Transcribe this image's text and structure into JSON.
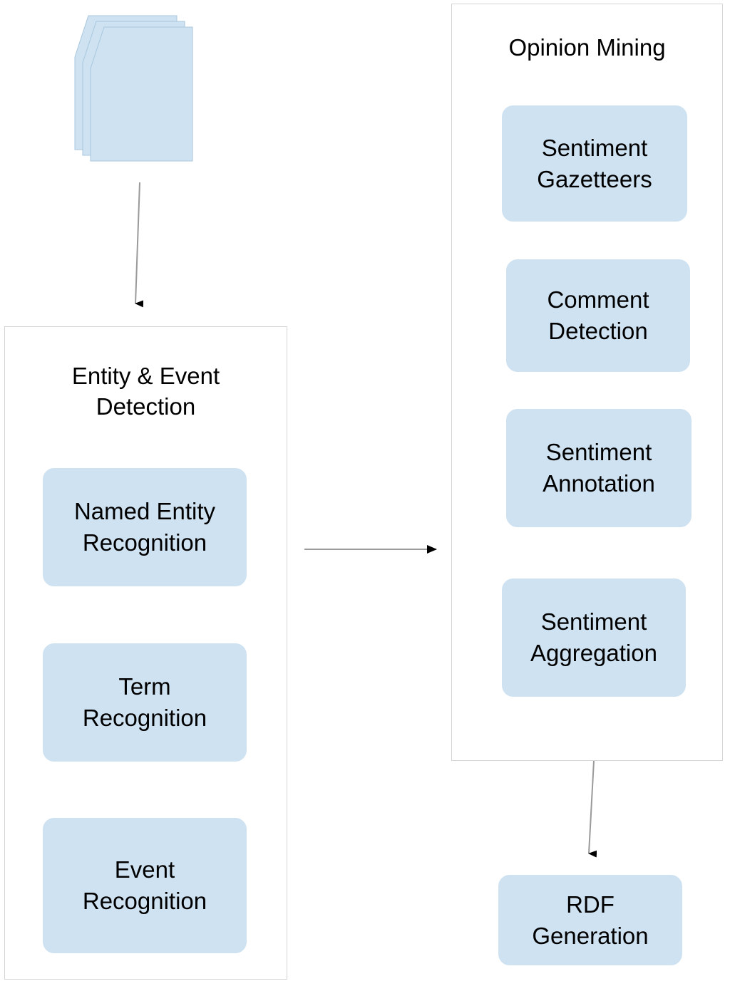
{
  "diagram": {
    "title": "Entity & Event Detection / Opinion Mining pipeline",
    "colors": {
      "node_fill": "#cfe2f1",
      "panel_border": "#d5d5d5",
      "edge": "#9a9a9a",
      "arrowhead": "#000000",
      "text": "#000000",
      "background": "#ffffff"
    },
    "source": {
      "name": "document-stack",
      "label": ""
    },
    "panels": [
      {
        "id": "entity-event-detection",
        "title": "Entity & Event\nDetection",
        "nodes": [
          {
            "id": "named-entity-recognition",
            "label": "Named Entity\nRecognition"
          },
          {
            "id": "term-recognition",
            "label": "Term\nRecognition"
          },
          {
            "id": "event-recognition",
            "label": "Event\nRecognition"
          }
        ]
      },
      {
        "id": "opinion-mining",
        "title": "Opinion Mining",
        "nodes": [
          {
            "id": "sentiment-gazetteers",
            "label": "Sentiment\nGazetteers"
          },
          {
            "id": "comment-detection",
            "label": "Comment\nDetection"
          },
          {
            "id": "sentiment-annotation",
            "label": "Sentiment\nAnnotation"
          },
          {
            "id": "sentiment-aggregation",
            "label": "Sentiment\nAggregation"
          }
        ]
      }
    ],
    "output": {
      "id": "rdf-generation",
      "label": "RDF\nGeneration"
    },
    "edges": [
      {
        "from": "document-stack",
        "to": "entity-event-detection",
        "arrow": true,
        "orientation": "vertical"
      },
      {
        "from": "named-entity-recognition",
        "to": "term-recognition",
        "arrow": false,
        "orientation": "vertical"
      },
      {
        "from": "term-recognition",
        "to": "event-recognition",
        "arrow": false,
        "orientation": "vertical"
      },
      {
        "from": "entity-event-detection",
        "to": "opinion-mining",
        "arrow": true,
        "orientation": "horizontal"
      },
      {
        "from": "sentiment-gazetteers",
        "to": "comment-detection",
        "arrow": false,
        "orientation": "vertical"
      },
      {
        "from": "comment-detection",
        "to": "sentiment-annotation",
        "arrow": false,
        "orientation": "vertical"
      },
      {
        "from": "sentiment-annotation",
        "to": "sentiment-aggregation",
        "arrow": false,
        "orientation": "vertical"
      },
      {
        "from": "opinion-mining",
        "to": "rdf-generation",
        "arrow": true,
        "orientation": "vertical"
      }
    ]
  }
}
